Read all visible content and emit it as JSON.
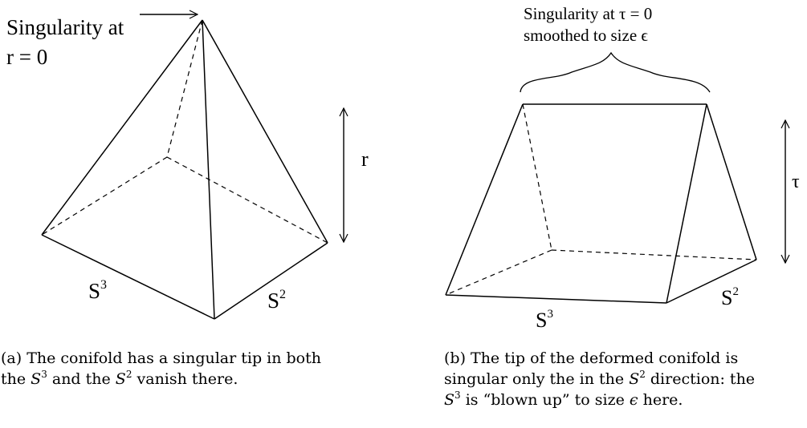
{
  "panel_a": {
    "labels": {
      "singularity_line1": "Singularity at",
      "singularity_line2": "r = 0",
      "height": "r",
      "s3_base": "S",
      "s3_exp": "3",
      "s2_base": "S",
      "s2_exp": "2"
    },
    "caption": {
      "lead": "(a) The conifold has a singular tip in both",
      "line2_pre": "the ",
      "s3_exp": "3",
      "line2_mid": " and the ",
      "s2_exp": "2",
      "line2_post": " vanish there.",
      "sym": "S"
    }
  },
  "panel_b": {
    "labels": {
      "singularity_line1": "Singularity at τ = 0",
      "singularity_line2": "smoothed to size ϵ",
      "height": "τ",
      "s3_base": "S",
      "s3_exp": "3",
      "s2_base": "S",
      "s2_exp": "2"
    },
    "caption": {
      "line1": "(b) The tip of the deformed conifold is",
      "line2_pre": "singular only the in the ",
      "s2_exp": "2",
      "line2_post": " direction: the",
      "s3_exp": "3",
      "line3_post": " is “blown up” to size ",
      "epsilon": "ϵ",
      "line3_end": " here.",
      "sym": "S"
    }
  }
}
